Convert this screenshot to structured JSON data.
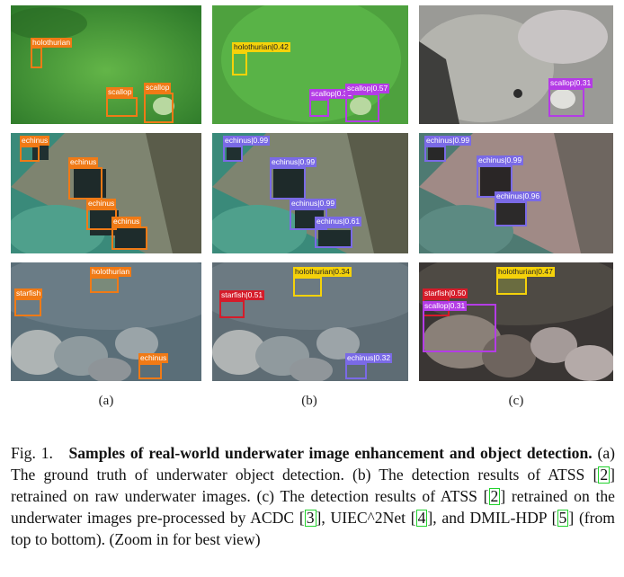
{
  "colors": {
    "ground_truth": "#f07a16",
    "holothurian": "#f5d20a",
    "scallop": "#b43ce6",
    "echinus": "#7a6ae6",
    "starfish": "#d51c2a",
    "reference_box": "#22d22e"
  },
  "panels": [
    {
      "id": "r0c0",
      "boxes": [
        {
          "label": "holothurian",
          "kind": "ground_truth"
        },
        {
          "label": "scallop",
          "kind": "ground_truth"
        },
        {
          "label": "scallop",
          "kind": "ground_truth"
        }
      ]
    },
    {
      "id": "r0c1",
      "boxes": [
        {
          "label": "holothurian|0.42",
          "kind": "holothurian"
        },
        {
          "label": "scallop|0.31",
          "kind": "scallop"
        },
        {
          "label": "scallop|0.57",
          "kind": "scallop"
        }
      ]
    },
    {
      "id": "r0c2",
      "boxes": [
        {
          "label": "scallop|0.31",
          "kind": "scallop"
        }
      ]
    },
    {
      "id": "r1c0",
      "boxes": [
        {
          "label": "echinus",
          "kind": "ground_truth"
        },
        {
          "label": "echinus",
          "kind": "ground_truth"
        },
        {
          "label": "echinus",
          "kind": "ground_truth"
        },
        {
          "label": "echinus",
          "kind": "ground_truth"
        }
      ]
    },
    {
      "id": "r1c1",
      "boxes": [
        {
          "label": "echinus|0.99",
          "kind": "echinus"
        },
        {
          "label": "echinus|0.99",
          "kind": "echinus"
        },
        {
          "label": "echinus|0.99",
          "kind": "echinus"
        },
        {
          "label": "echinus|0.61",
          "kind": "echinus"
        }
      ]
    },
    {
      "id": "r1c2",
      "boxes": [
        {
          "label": "echinus|0.99",
          "kind": "echinus"
        },
        {
          "label": "echinus|0.99",
          "kind": "echinus"
        },
        {
          "label": "echinus|0.96",
          "kind": "echinus"
        }
      ]
    },
    {
      "id": "r2c0",
      "boxes": [
        {
          "label": "holothurian",
          "kind": "ground_truth"
        },
        {
          "label": "starfish",
          "kind": "ground_truth"
        },
        {
          "label": "echinus",
          "kind": "ground_truth"
        }
      ]
    },
    {
      "id": "r2c1",
      "boxes": [
        {
          "label": "holothurian|0.34",
          "kind": "holothurian"
        },
        {
          "label": "starfish|0.51",
          "kind": "starfish"
        },
        {
          "label": "echinus|0.32",
          "kind": "echinus"
        }
      ]
    },
    {
      "id": "r2c2",
      "boxes": [
        {
          "label": "holothurian|0.47",
          "kind": "holothurian"
        },
        {
          "label": "starfish|0.50",
          "kind": "starfish"
        },
        {
          "label": "scallop|0.31",
          "kind": "scallop"
        }
      ]
    }
  ],
  "subfigure_labels": [
    "(a)",
    "(b)",
    "(c)"
  ],
  "caption": {
    "fig": "Fig. 1.",
    "title_bold": "Samples of real-world underwater image enhancement and object detection.",
    "t1": "(a) The ground truth of underwater object detection. (b) The detection results of ATSS",
    "ref2": "2",
    "t2": "retrained on raw underwater images. (c) The detection results of ATSS",
    "t3": "retrained on the underwater images pre-processed by ACDC",
    "ref3": "3",
    "t4": ", UIEC^2Net",
    "ref4": "4",
    "t5": ", and DMIL-HDP",
    "ref5": "5",
    "t6": "(from top to bottom). (Zoom in for best view)"
  }
}
